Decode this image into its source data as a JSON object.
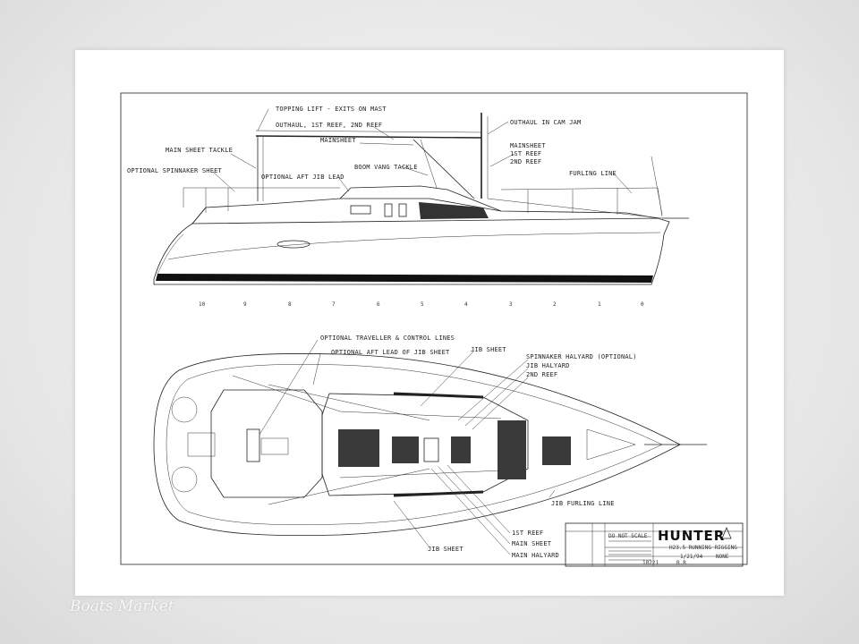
{
  "labels": {
    "topping_lift": "TOPPING LIFT - EXITS ON MAST",
    "outhaul_reefs": "OUTHAUL, 1ST REEF, 2ND REEF",
    "outhaul_cam": "OUTHAUL IN CAM JAM",
    "main_sheet_tackle": "MAIN SHEET TACKLE",
    "mainsheet": "MAINSHEET",
    "mainsheet_reefs": [
      "MAINSHEET",
      "1ST REEF",
      "2ND REEF"
    ],
    "optional_spinnaker_sheet": "OPTIONAL SPINNAKER SHEET",
    "boom_vang_tackle": "BOOM VANG TACKLE",
    "optional_aft_jib_lead": "OPTIONAL AFT JIB LEAD",
    "furling_line": "FURLING LINE",
    "optional_traveller": "OPTIONAL TRAVELLER & CONTROL LINES",
    "optional_aft_lead_jib_sheet": "OPTIONAL AFT LEAD OF JIB SHEET",
    "jib_sheet_top": "JIB SHEET",
    "spinnaker_halyard": "SPINNAKER HALYARD (OPTIONAL)",
    "jib_halyard": "JIB HALYARD",
    "second_reef": "2ND REEF",
    "jib_furling_line": "JIB FURLING LINE",
    "first_reef": "1ST REEF",
    "main_sheet": "MAIN SHEET",
    "main_halyard": "MAIN HALYARD",
    "jib_sheet_bottom": "JIB SHEET"
  },
  "station_marks": [
    "10",
    "9",
    "8",
    "7",
    "6",
    "5",
    "4",
    "3",
    "2",
    "1",
    "0"
  ],
  "title_block": {
    "do_not_scale": "DO NOT SCALE",
    "brand": "HUNTER",
    "title": "H23.5 RUNNING RIGGING",
    "date": "1/21/94",
    "scale": "NONE",
    "dwg_no": "10221",
    "rev": "B.R"
  },
  "watermark": "Boats Market"
}
